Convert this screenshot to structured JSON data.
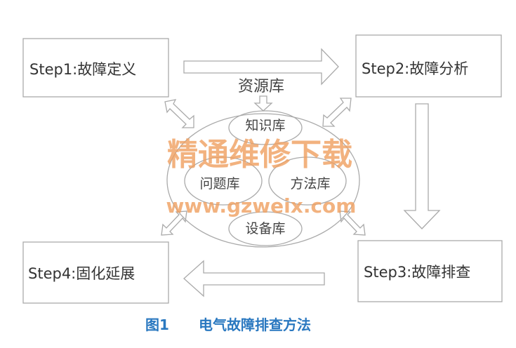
{
  "steps": [
    {
      "label": "Step1:故障定义"
    },
    {
      "label": "Step2:故障分析"
    },
    {
      "label": "Step3:故障排查"
    },
    {
      "label": "Step4:固化延展"
    }
  ],
  "resource": {
    "title": "资源库",
    "parts": [
      "知识库",
      "问题库",
      "方法库",
      "设备库"
    ]
  },
  "watermark": {
    "line1": "精通维修下载",
    "line2": "www.gzweix.com",
    "color": "#f0a060"
  },
  "caption": {
    "number": "图1",
    "text": "电气故障排查方法",
    "color": "#2a78c0"
  }
}
